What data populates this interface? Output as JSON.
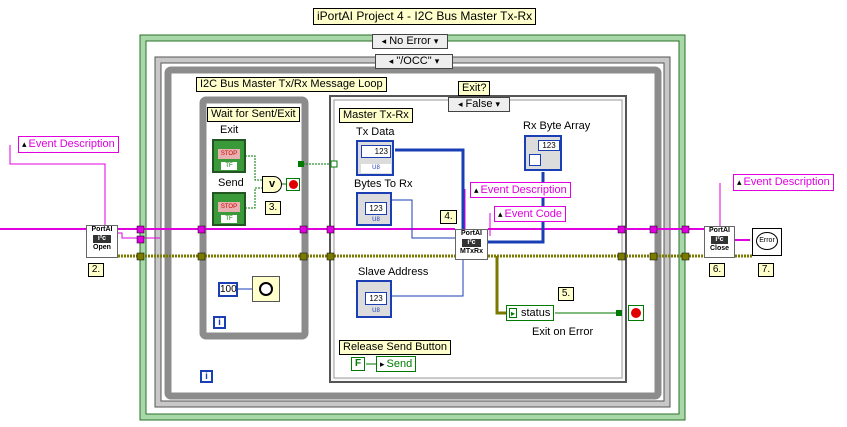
{
  "title": "iPortAI Project 4 - I2C Bus Master Tx-Rx",
  "outer_case_selector": "No Error",
  "inner_case_selector": "\"/OCC\"",
  "message_loop_label": "I2C Bus Master Tx/Rx Message Loop",
  "wait_frame_label": "Wait for Sent/Exit",
  "exit_label": "Exit",
  "send_label": "Send",
  "stop_text": "STOP",
  "tf_text": "TF",
  "or_text": "v",
  "exit_q_label": "Exit?",
  "exit_case_selector": "False",
  "master_frame_label": "Master Tx-Rx",
  "tx_data_label": "Tx Data",
  "bytes_to_rx_label": "Bytes To Rx",
  "slave_address_label": "Slave Address",
  "rx_byte_array_label": "Rx Byte Array",
  "control_value": "123",
  "u8_text": "U8",
  "event_description": "Event Description",
  "event_code": "Event Code",
  "status_label": "status",
  "exit_on_error_label": "Exit on Error",
  "release_send_label": "Release Send Button",
  "send_local_label": "Send",
  "false_const": "F",
  "wait_value": "100",
  "info_glyph": "i",
  "error_glyph": "Error",
  "vi_open": {
    "brand": "PortAI",
    "name": "Open"
  },
  "vi_mtxrx": {
    "brand": "PortAI",
    "name": "MTxRx"
  },
  "vi_close": {
    "brand": "PortAI",
    "name": "Close"
  },
  "numbers": {
    "n2": "2.",
    "n3": "3.",
    "n4": "4.",
    "n5": "5.",
    "n6": "6.",
    "n7": "7."
  },
  "colors": {
    "frame_green": "#46a046",
    "loop_gray": "#8c8c8c",
    "pink_wire": "#e000e0",
    "olive_wire": "#7a7a00",
    "blue_wire": "#1a3fb5",
    "green_wire": "#007a00"
  }
}
